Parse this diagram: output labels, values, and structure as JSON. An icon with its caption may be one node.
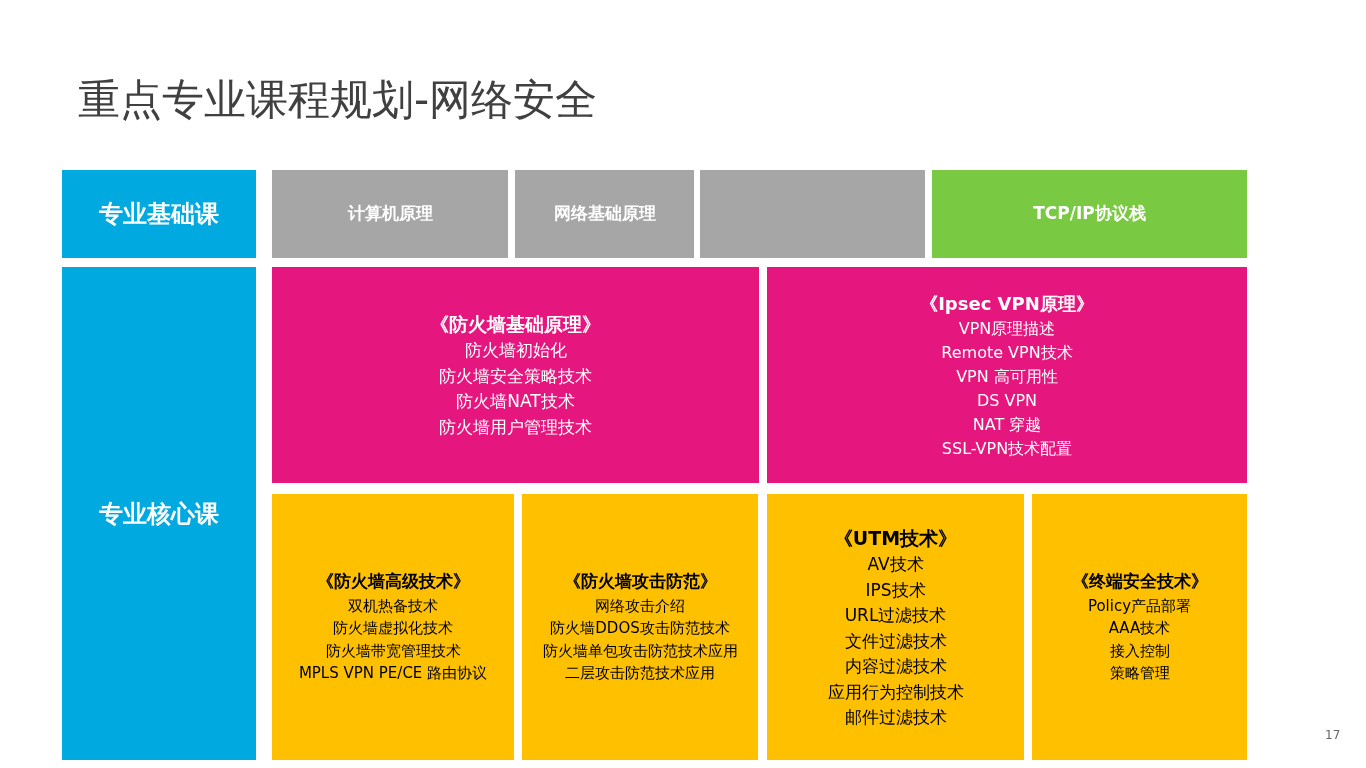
{
  "diagram": {
    "title": "重点专业课程规划-网络安全",
    "nodes": [
      {
        "text": [
          "专业基础课"
        ]
      },
      {
        "text": [
          "计算机原理"
        ]
      },
      {
        "text": [
          "网络基础原理"
        ]
      },
      {
        "text": [],
        "shape": "box"
      },
      {
        "text": [
          "TCP/IP协议栈"
        ]
      },
      {
        "text": [
          "专业核心课"
        ]
      },
      {
        "text": [
          "《防火墙基础原理》",
          "防火墙初始化",
          "防火墙安全策略技术",
          "防火墙NAT技术",
          "防火墙用户管理技术"
        ]
      },
      {
        "text": [
          "《Ipsec VPN原理》",
          "VPN原理描述",
          "Remote VPN技术",
          "VPN 高可用性",
          "DS VPN",
          "NAT 穿越",
          "SSL-VPN技术配置"
        ]
      },
      {
        "text": [
          "《防火墙高级技术》",
          "双机热备技术",
          "防火墙虚拟化技术",
          "防火墙带宽管理技术",
          "MPLS VPN PE/CE 路由协议"
        ]
      },
      {
        "text": [
          "《防火墙攻击防范》",
          "网络攻击介绍",
          "防火墙DDOS攻击防范技术",
          "防火墙单包攻击防范技术应用",
          "二层攻击防范技术应用"
        ]
      },
      {
        "text": [
          "《UTM技术》",
          "AV技术",
          "IPS技术",
          "URL过滤技术",
          "文件过滤技术",
          "内容过滤技术",
          "应用行为控制技术",
          "邮件过滤技术"
        ]
      },
      {
        "text": [
          "《终端安全技术》",
          "Policy产品部署",
          "AAA技术",
          "接入控制",
          "策略管理"
        ]
      }
    ],
    "edges": [],
    "labels": [
      "17"
    ]
  }
}
